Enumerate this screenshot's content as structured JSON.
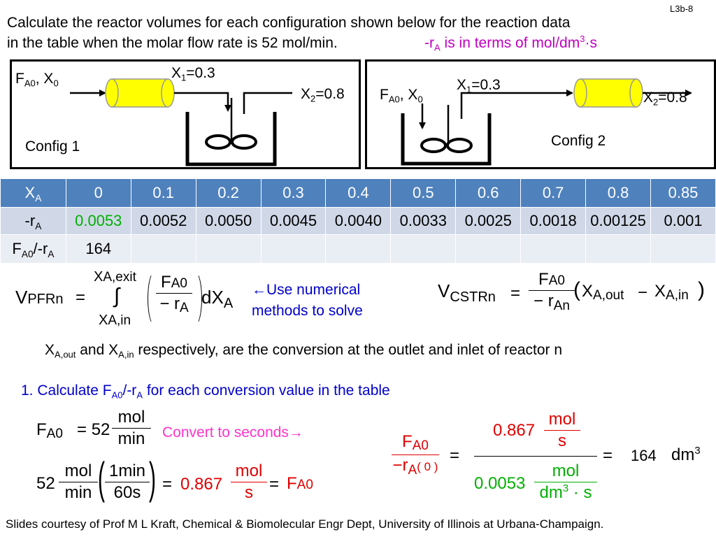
{
  "slide_id": "L3b-8",
  "intro": {
    "line1": "Calculate the reactor volumes for each configuration shown below for the reaction data",
    "line2": "in the table when the molar flow rate is 52 mol/min.",
    "note_pre": "-r",
    "note_sub": "A",
    "note_post": " is in terms of mol/dm",
    "note_sup": "3",
    "note_end": "·s"
  },
  "config1": {
    "feed_F": "F",
    "feed_sub": "A0",
    "feed_x": ", X",
    "feed_x_sub": "0",
    "x1": "X",
    "x1_sub": "1",
    "x1_val": "=0.3",
    "x2": "X",
    "x2_sub": "2",
    "x2_val": "=0.8",
    "label": "Config 1"
  },
  "config2": {
    "feed_F": "F",
    "feed_sub": "A0",
    "feed_x": ", X",
    "feed_x_sub": "0",
    "x1": "X",
    "x1_sub": "1",
    "x1_val": "=0.3",
    "x2": "X",
    "x2_sub": "2",
    "x2_val": "=0.8",
    "label": "Config 2"
  },
  "table": {
    "row_labels": [
      {
        "main": "X",
        "sub": "A",
        "post": ""
      },
      {
        "main": "-r",
        "sub": "A",
        "post": ""
      },
      {
        "main": "F",
        "sub": "A0",
        "post": "/-r",
        "sub2": "A"
      }
    ],
    "xa": [
      "0",
      "0.1",
      "0.2",
      "0.3",
      "0.4",
      "0.5",
      "0.6",
      "0.7",
      "0.8",
      "0.85"
    ],
    "ra": [
      "0.0053",
      "0.0052",
      "0.0050",
      "0.0045",
      "0.0040",
      "0.0033",
      "0.0025",
      "0.0018",
      "0.00125",
      "0.001"
    ],
    "fa0_ra": [
      "164",
      "",
      "",
      "",
      "",
      "",
      "",
      "",
      "",
      ""
    ]
  },
  "pfr": {
    "V": "V",
    "V_sub": "PFRn",
    "eq": "=",
    "upper": "X",
    "upper_sub": "A,exit",
    "integral": "∫",
    "lower": "X",
    "lower_sub": "A,in",
    "num": "F",
    "num_sub": "A0",
    "den": "− r",
    "den_sub": "A",
    "d": "dX",
    "d_sub": "A"
  },
  "numerical_note": {
    "line1": "←Use numerical",
    "line2": "methods to solve"
  },
  "cstr": {
    "V": "V",
    "V_sub": "CSTRn",
    "eq": "=",
    "num": "F",
    "num_sub": "A0",
    "den": "− r",
    "den_sub": "An",
    "x_out": "X",
    "x_out_sub": "A,out",
    "minus": "−",
    "x_in": "X",
    "x_in_sub": "A,in"
  },
  "definition": {
    "x1": "X",
    "x1_sub": "A,out",
    "mid": " and X",
    "x2_sub": "A,in",
    "rest": " respectively, are the conversion at the outlet and inlet of reactor n"
  },
  "step1": {
    "pre": "1.  Calculate F",
    "sub1": "A0",
    "mid": "/-r",
    "sub2": "A",
    "rest": " for each conversion value in the table"
  },
  "calc": {
    "fa0": "F",
    "fa0_sub": "A0",
    "eq": "=",
    "val52": "52",
    "mol": "mol",
    "min": "min",
    "convert": "Convert to seconds→",
    "one_min": "1min",
    "sixty_s": "60s",
    "result": "0.867",
    "s": "s",
    "fa0b": "F",
    "fa0b_sub": "A0"
  },
  "ratio": {
    "num": "F",
    "num_sub": "A0",
    "den": "−r",
    "den_sub": "A",
    "den_arg": "( 0 )",
    "eq1": "=",
    "top_val": "0.867",
    "top_unit_num": "mol",
    "top_unit_den": "s",
    "bot_val": "0.0053",
    "bot_unit_num": "mol",
    "bot_unit_den_pre": "dm",
    "bot_unit_den_sup": "3",
    "bot_unit_den_post": " · s",
    "eq2": "=",
    "result": "164",
    "unit": "dm",
    "unit_sup": "3"
  },
  "footer": "Slides courtesy of Prof M L Kraft, Chemical & Biomolecular Engr Dept, University of Illinois at Urbana-Champaign."
}
